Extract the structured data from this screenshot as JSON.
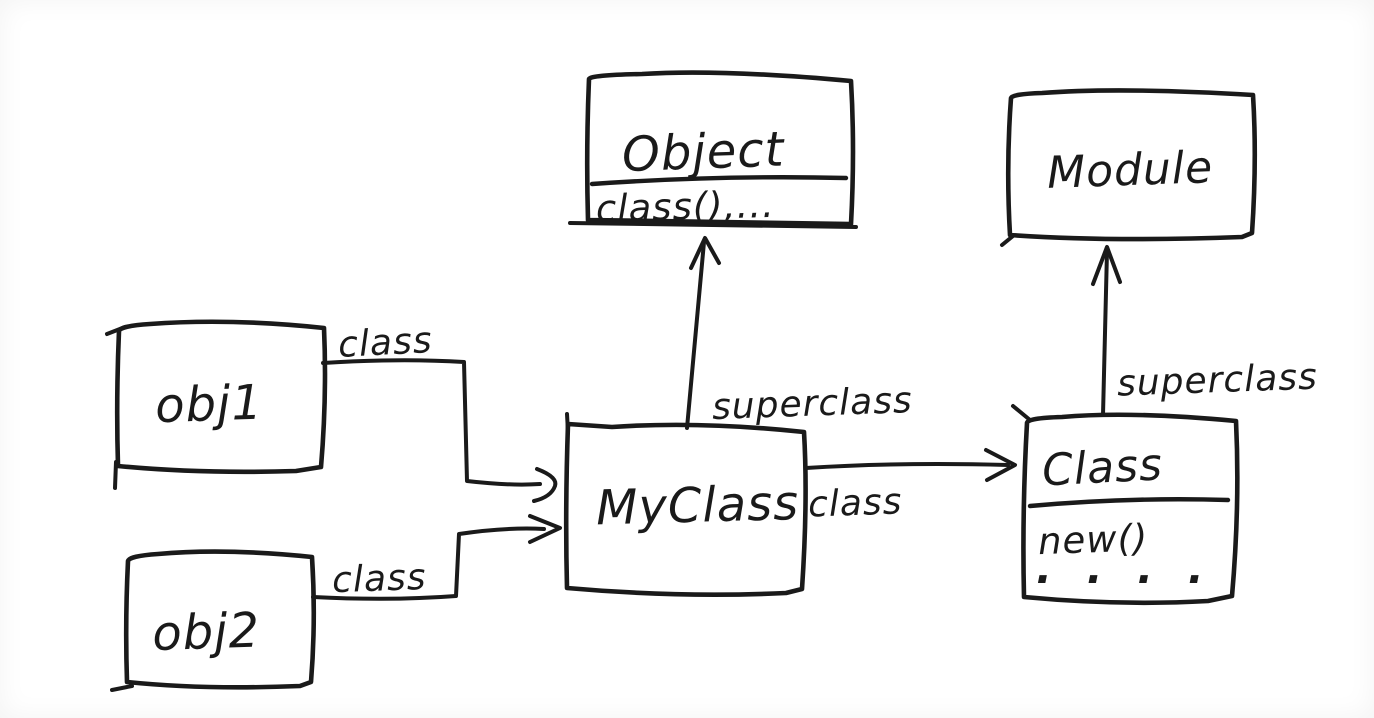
{
  "diagram": {
    "kind": "hand-drawn object model diagram",
    "ink_color": "#1a1a1a",
    "background_color": "#ffffff",
    "nodes": {
      "obj1": {
        "label": "obj1"
      },
      "obj2": {
        "label": "obj2"
      },
      "myclass": {
        "label": "MyClass"
      },
      "object": {
        "label": "Object",
        "members": "class(),..."
      },
      "module": {
        "label": "Module"
      },
      "class": {
        "label": "Class",
        "members": "new()",
        "ellipsis": ". . . ."
      }
    },
    "edges": {
      "obj1_class": {
        "from": "obj1",
        "to": "MyClass",
        "label": "class"
      },
      "obj2_class": {
        "from": "obj2",
        "to": "MyClass",
        "label": "class"
      },
      "myclass_superclass": {
        "from": "MyClass",
        "to": "Object",
        "label": "superclass"
      },
      "myclass_class": {
        "from": "MyClass",
        "to": "Class",
        "label": "class"
      },
      "class_superclass": {
        "from": "Class",
        "to": "Module",
        "label": "superclass"
      }
    }
  }
}
